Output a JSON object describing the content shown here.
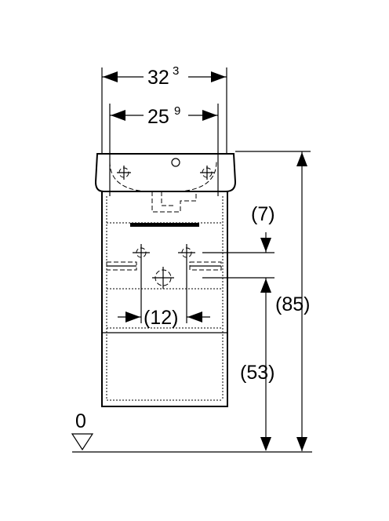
{
  "dimensions": {
    "overall_width": {
      "value": "32",
      "sup": "3"
    },
    "inner_width": {
      "value": "25",
      "sup": "9"
    },
    "overall_height": "(85)",
    "drain_height": "(53)",
    "drain_offset": "(7)",
    "drain_spacing": "(12)",
    "floor_level": "0"
  }
}
